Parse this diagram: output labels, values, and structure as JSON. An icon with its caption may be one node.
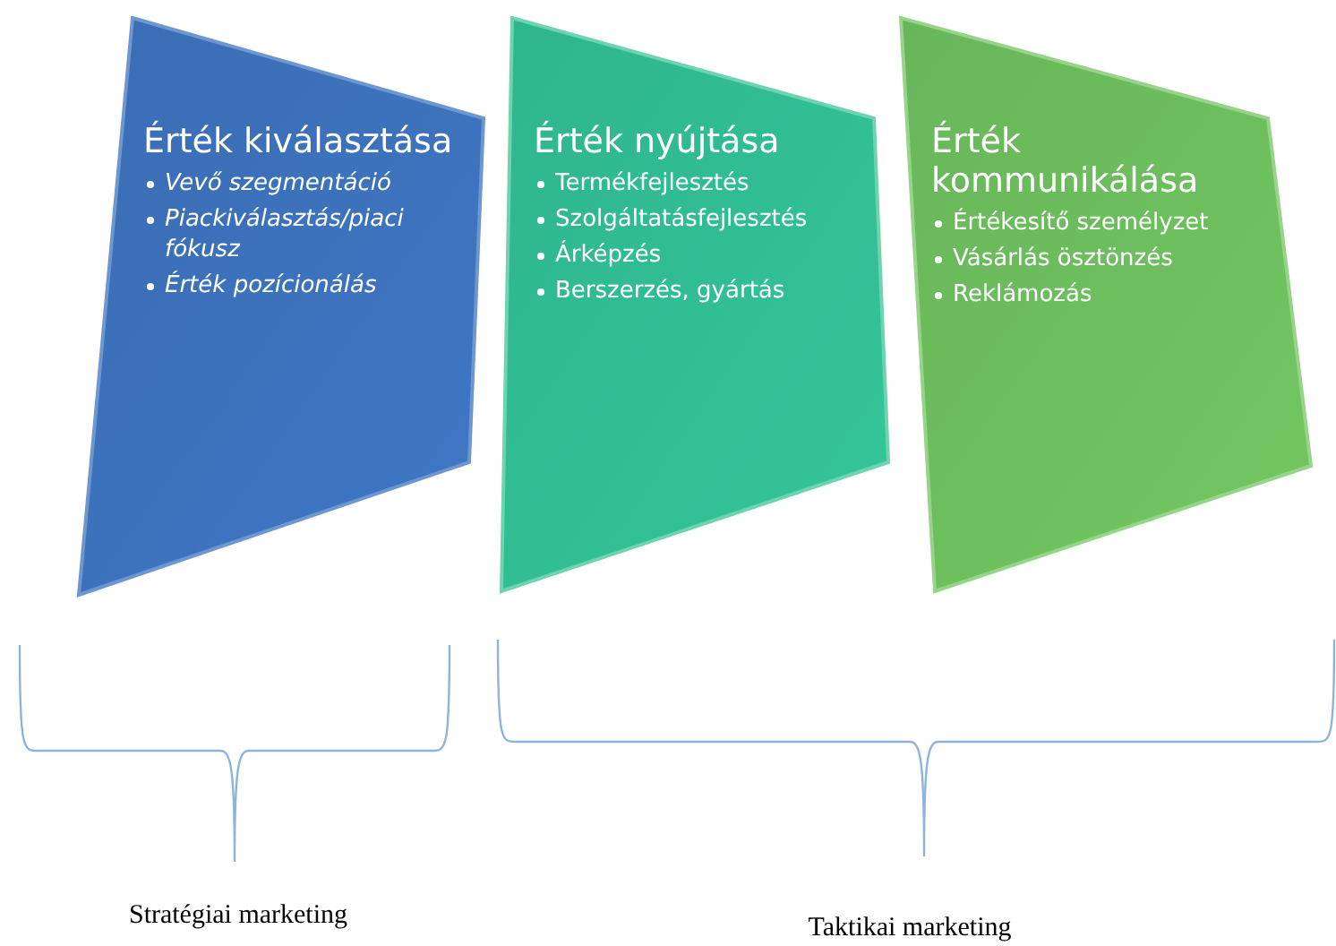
{
  "diagram": {
    "nodes": [
      {
        "text": [
          "Érték kiválasztása",
          "Vevő szegmentáció",
          "Piackiválasztás/piaci fókusz",
          "Érték pozícionálás"
        ]
      },
      {
        "text": [
          "Érték nyújtása",
          "Termékfejlesztés",
          "Szolgáltatásfejlesztés",
          "Árképzés",
          "Berszerzés, gyártás"
        ]
      },
      {
        "text": [
          "Érték kommunikálása",
          "Értékesítő személyzet",
          "Vásárlás ösztönzés",
          "Reklámozás"
        ]
      }
    ],
    "labels": [
      "Stratégiai marketing",
      "Taktikai marketing"
    ]
  }
}
